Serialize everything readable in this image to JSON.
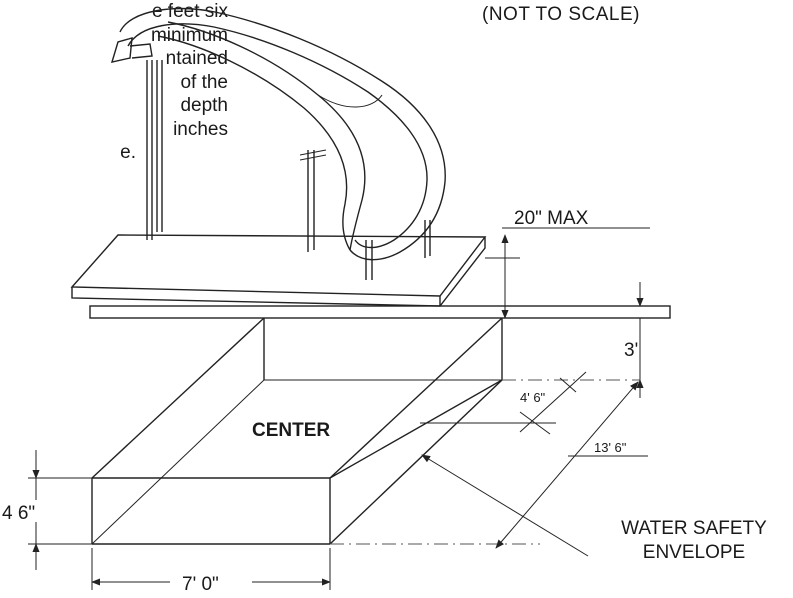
{
  "intro_lines": [
    "e feet six",
    "minimum",
    "ntained",
    "of the",
    "depth",
    "inches",
    "e."
  ],
  "scale_note": "(NOT TO SCALE)",
  "dimensions": {
    "max_height": "20\" MAX",
    "depth_3ft": "3'",
    "width_4ft6": "4' 6\"",
    "length_13ft6": "13' 6\"",
    "depth_4ft6": "4 6\"",
    "width_7ft": "7' 0\""
  },
  "labels": {
    "center": "CENTER",
    "envelope_line1": "WATER SAFETY",
    "envelope_line2": "ENVELOPE"
  },
  "colors": {
    "line": "#222222",
    "text": "#1a1a1a"
  }
}
